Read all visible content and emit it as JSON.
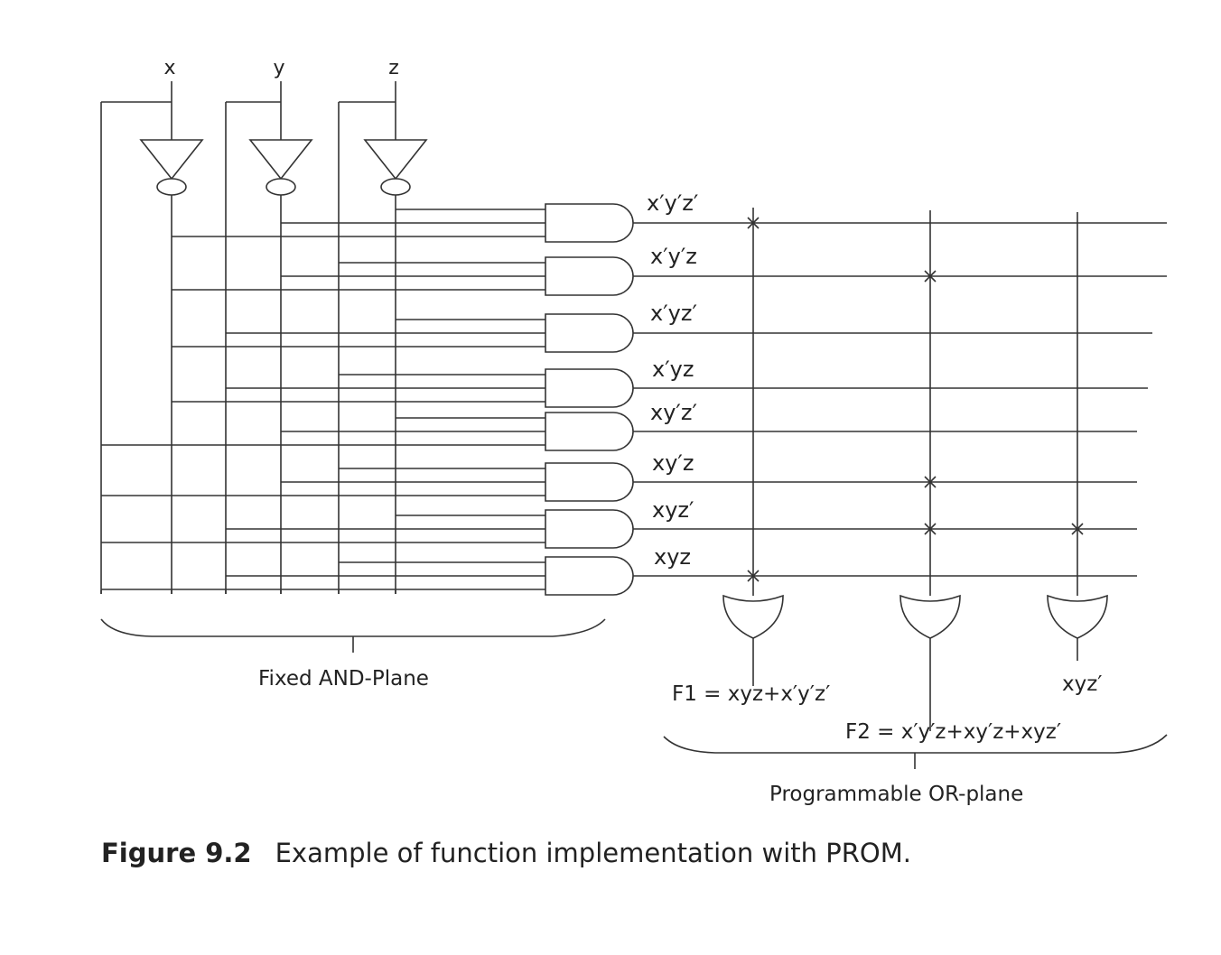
{
  "inputs": [
    "x",
    "y",
    "z"
  ],
  "minterms": [
    "x′y′z′",
    "x′y′z",
    "x′yz′",
    "x′yz",
    "xy′z′",
    "xy′z",
    "xyz′",
    "xyz"
  ],
  "outputs": [
    {
      "label": "F1 = xyz+x′y′z′",
      "connections": [
        "x′y′z′",
        "xyz"
      ]
    },
    {
      "label": "F2 = x′y′z+xy′z+xyz′",
      "connections": [
        "x′y′z",
        "xy′z",
        "xyz′"
      ]
    },
    {
      "label": "xyz′",
      "connections": [
        "xyz′"
      ]
    }
  ],
  "planes": {
    "and_plane": "Fixed AND-Plane",
    "or_plane": "Programmable OR-plane"
  },
  "caption": {
    "number": "Figure 9.2",
    "text": "Example of function implementation with PROM."
  },
  "colors": {
    "line": "#333333"
  }
}
